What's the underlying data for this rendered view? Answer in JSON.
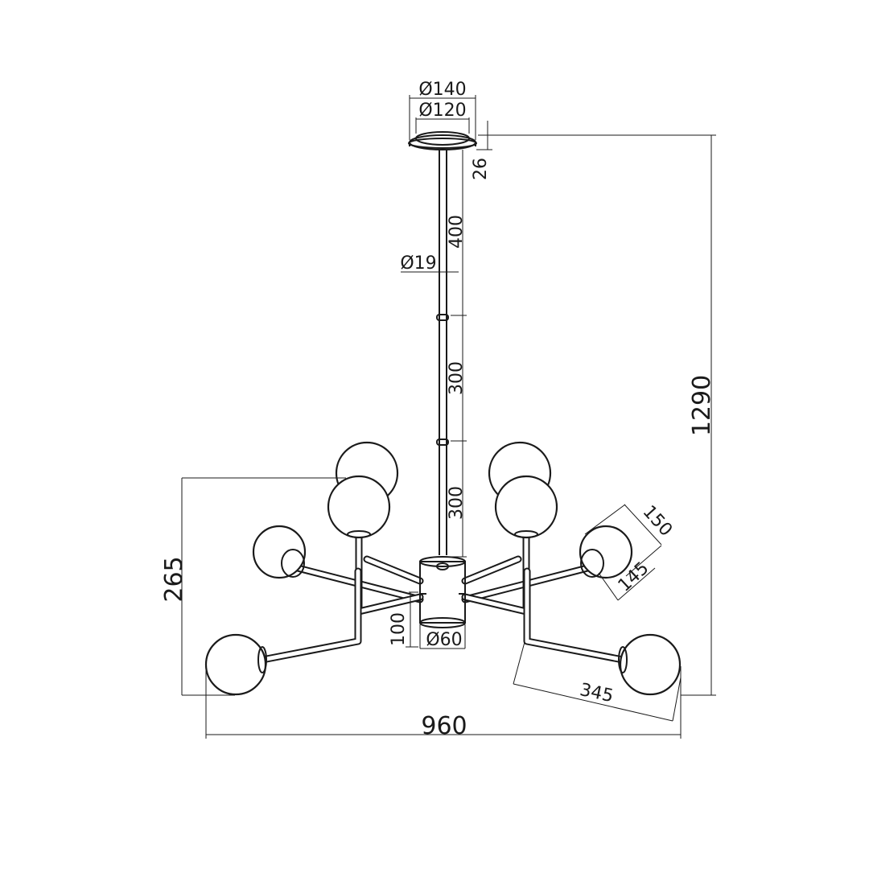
{
  "dimensions": {
    "canopy_outer_diameter": "Ø140",
    "canopy_inner_diameter": "Ø120",
    "canopy_height": "26",
    "rod_diameter": "Ø19",
    "rod_segment_top": "400",
    "rod_segment_middle": "300",
    "rod_segment_bottom": "300",
    "total_height": "1290",
    "arms_height": "265",
    "body_height": "100",
    "body_diameter": "Ø60",
    "globe_diameter": "150",
    "globe_holder": "145",
    "arm_length": "345",
    "total_width": "960"
  }
}
